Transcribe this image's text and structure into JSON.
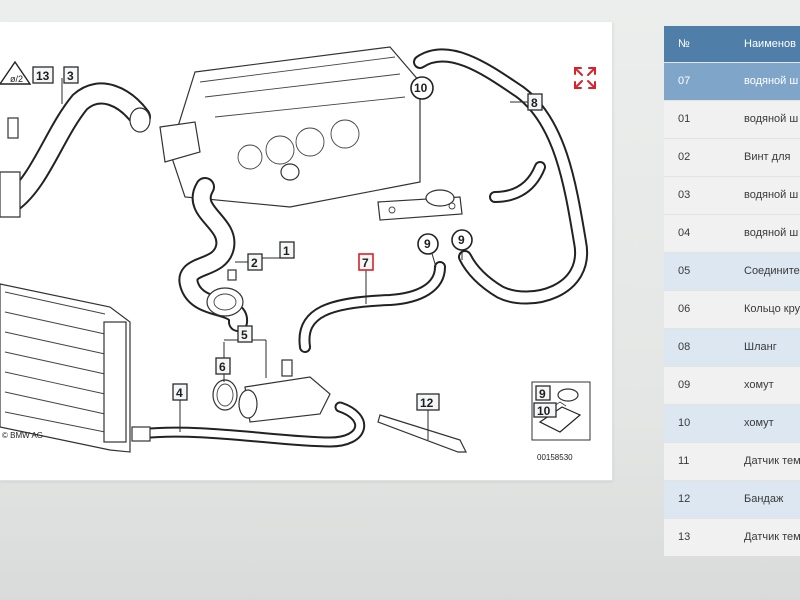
{
  "diagram": {
    "callouts_square": [
      "13",
      "3",
      "1",
      "2",
      "5",
      "6",
      "4",
      "7",
      "8",
      "12",
      "9",
      "10"
    ],
    "callouts_circle": [
      "10",
      "9",
      "9"
    ],
    "copyright": "© BMW AG",
    "reference": "00158530"
  },
  "table": {
    "header": {
      "num": "№",
      "name": "Наименов"
    },
    "rows": [
      {
        "num": "07",
        "name": "водяной ш"
      },
      {
        "num": "01",
        "name": "водяной ш"
      },
      {
        "num": "02",
        "name": "Винт для"
      },
      {
        "num": "03",
        "name": "водяной ш"
      },
      {
        "num": "04",
        "name": "водяной ш"
      },
      {
        "num": "05",
        "name": "Соедините"
      },
      {
        "num": "06",
        "name": "Кольцо кру"
      },
      {
        "num": "08",
        "name": "Шланг"
      },
      {
        "num": "09",
        "name": "хомут"
      },
      {
        "num": "10",
        "name": "хомут"
      },
      {
        "num": "11",
        "name": "Датчик темп"
      },
      {
        "num": "12",
        "name": "Бандаж"
      },
      {
        "num": "13",
        "name": "Датчик темп"
      }
    ]
  },
  "colors": {
    "header_bg": "#4f7ea8",
    "selected_bg": "#7fa6c8",
    "alt_bg": "#dce7f1",
    "highlight_red": "#d8232a"
  }
}
